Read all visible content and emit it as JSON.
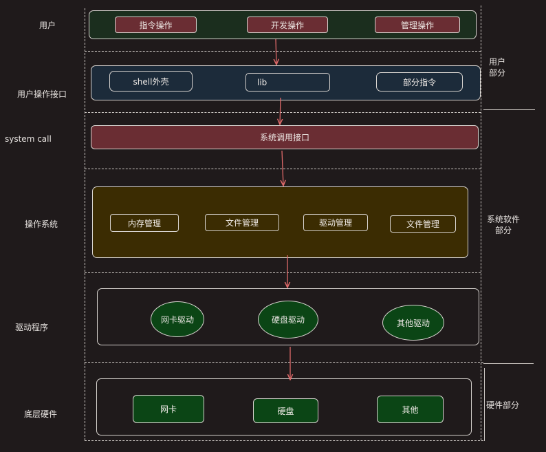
{
  "left_labels": [
    "用户",
    "用户操作接口",
    "system call",
    "操作系统",
    "驱动程序",
    "底层硬件"
  ],
  "right_labels": {
    "user_part": [
      "用户",
      "部分"
    ],
    "system_software_part": [
      "系统软件",
      "部分"
    ],
    "hardware_part": "硬件部分"
  },
  "user_layer": [
    "指令操作",
    "开发操作",
    "管理操作"
  ],
  "interface_layer": [
    "shell外壳",
    "lib",
    "部分指令"
  ],
  "syscall_layer": "系统调用接口",
  "os_layer": [
    "内存管理",
    "文件管理",
    "驱动管理",
    "文件管理"
  ],
  "driver_layer": [
    "网卡驱动",
    "硬盘驱动",
    "其他驱动"
  ],
  "hardware_layer": [
    "网卡",
    "硬盘",
    "其他"
  ],
  "colors": {
    "background": "#1f1a1b",
    "user_band": "#1b2e1e",
    "interface_band": "#1c2b3a",
    "red_fill": "#6a2d33",
    "os_band": "#3b2c02",
    "green_fill": "#0b4515",
    "arrow": "#e06a6a"
  }
}
